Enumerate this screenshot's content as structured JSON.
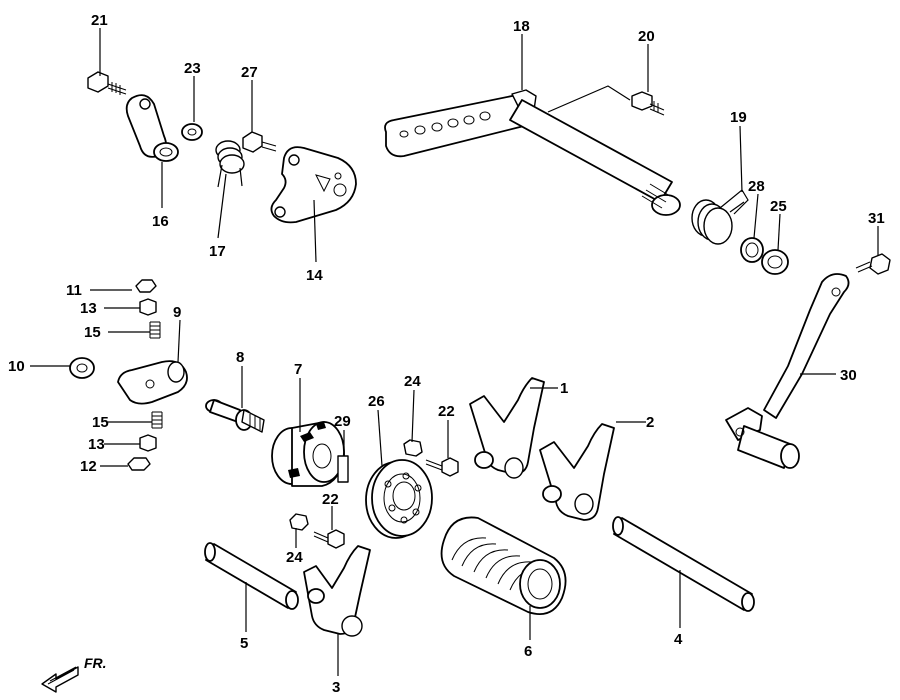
{
  "diagram": {
    "direction_indicator": "FR.",
    "callouts": {
      "c1": "1",
      "c2": "2",
      "c3": "3",
      "c4": "4",
      "c5": "5",
      "c6": "6",
      "c7": "7",
      "c8": "8",
      "c9": "9",
      "c10": "10",
      "c11": "11",
      "c12": "12",
      "c13a": "13",
      "c13b": "13",
      "c14": "14",
      "c15a": "15",
      "c15b": "15",
      "c16": "16",
      "c17": "17",
      "c18": "18",
      "c19": "19",
      "c20": "20",
      "c21": "21",
      "c22a": "22",
      "c22b": "22",
      "c23": "23",
      "c24a": "24",
      "c24b": "24",
      "c25": "25",
      "c26": "26",
      "c27": "27",
      "c28": "28",
      "c29": "29",
      "c30": "30",
      "c31": "31"
    }
  }
}
